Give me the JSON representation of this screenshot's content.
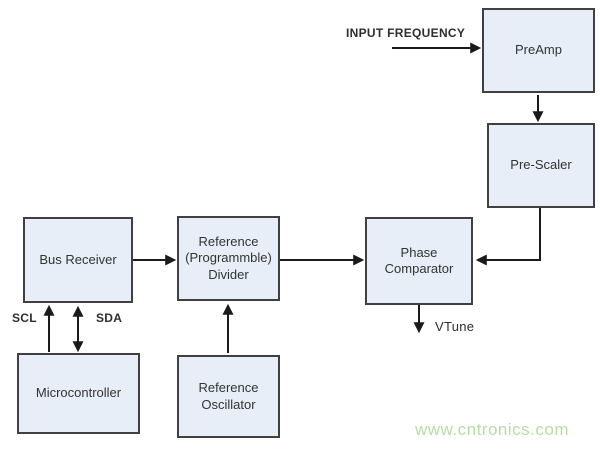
{
  "colors": {
    "block_fill": "#e8eef7",
    "block_border": "#404040",
    "connector": "#1a1a1a",
    "text": "#333333",
    "watermark_green": "#b8dda4"
  },
  "blocks": {
    "preamp": {
      "label": "PreAmp"
    },
    "pre_scaler": {
      "label": "Pre-Scaler"
    },
    "phase_comparator": {
      "label": "Phase\nComparator"
    },
    "reference_divider": {
      "label": "Reference\n(Programmble)\nDivider"
    },
    "bus_receiver": {
      "label": "Bus Receiver"
    },
    "microcontroller": {
      "label": "Microcontroller"
    },
    "reference_oscillator": {
      "label": "Reference\nOscillator"
    }
  },
  "labels": {
    "input_frequency": "INPUT FREQUENCY",
    "scl": "SCL",
    "sda": "SDA",
    "vtune": "VTune"
  },
  "watermark": {
    "text": "www.cntronics.com"
  }
}
